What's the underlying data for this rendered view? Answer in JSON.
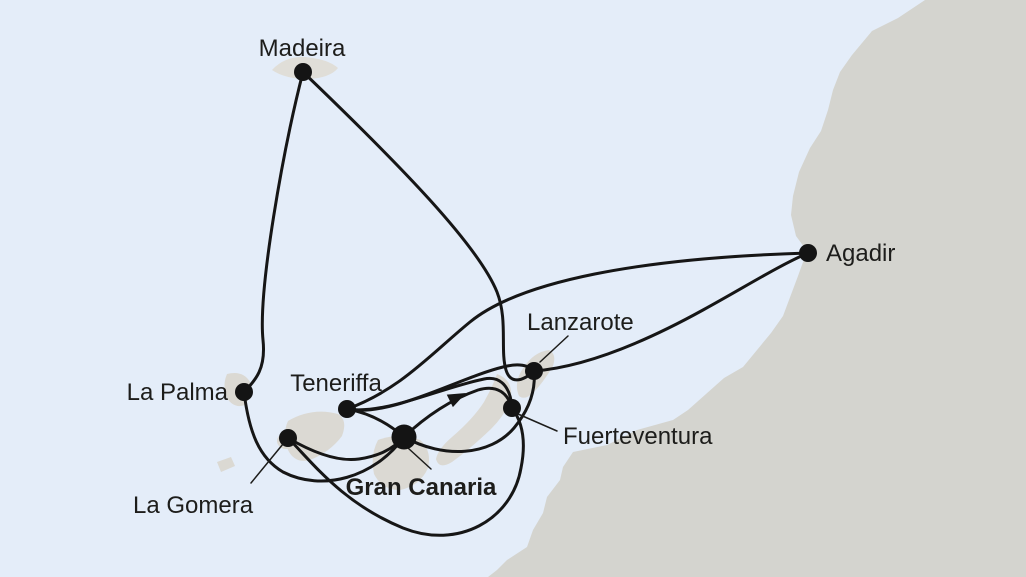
{
  "map": {
    "type": "cruise-itinerary-map",
    "region": "Canary Islands, Madeira and Moroccan coast",
    "direction_arrow_on": "Gran Canaria to Fuerteventura"
  },
  "colors": {
    "sea": "#e4edf9",
    "land": "#d4d4cf",
    "island": "#dbd9d3",
    "island_light": "#e0ded8",
    "route": "#161616",
    "port": "#141414",
    "leader": "#1d1d1b"
  },
  "ports": {
    "madeira": {
      "label": "Madeira"
    },
    "la_palma": {
      "label": "La Palma"
    },
    "teneriffa": {
      "label": "Teneriffa"
    },
    "la_gomera": {
      "label": "La Gomera"
    },
    "gran_canaria": {
      "label": "Gran Canaria",
      "emphasis": "bold",
      "start_end_port": true
    },
    "fuerteventura": {
      "label": "Fuerteventura"
    },
    "lanzarote": {
      "label": "Lanzarote"
    },
    "agadir": {
      "label": "Agadir"
    }
  },
  "routes": [
    {
      "from": "Madeira",
      "to": "La Palma"
    },
    {
      "from": "Madeira",
      "to": "Lanzarote"
    },
    {
      "from": "Lanzarote",
      "to": "Agadir"
    },
    {
      "from": "Teneriffa",
      "to": "Agadir"
    },
    {
      "from": "La Palma",
      "to": "Gran Canaria"
    },
    {
      "from": "La Gomera",
      "to": "Fuerteventura"
    },
    {
      "from": "La Gomera",
      "to": "Gran Canaria"
    },
    {
      "from": "Teneriffa",
      "to": "Gran Canaria"
    },
    {
      "from": "Gran Canaria",
      "to": "Fuerteventura",
      "direction_arrow": true
    },
    {
      "from": "Gran Canaria",
      "to": "Lanzarote"
    },
    {
      "from": "Teneriffa",
      "to": "Fuerteventura"
    },
    {
      "from": "Teneriffa",
      "to": "Lanzarote"
    }
  ]
}
